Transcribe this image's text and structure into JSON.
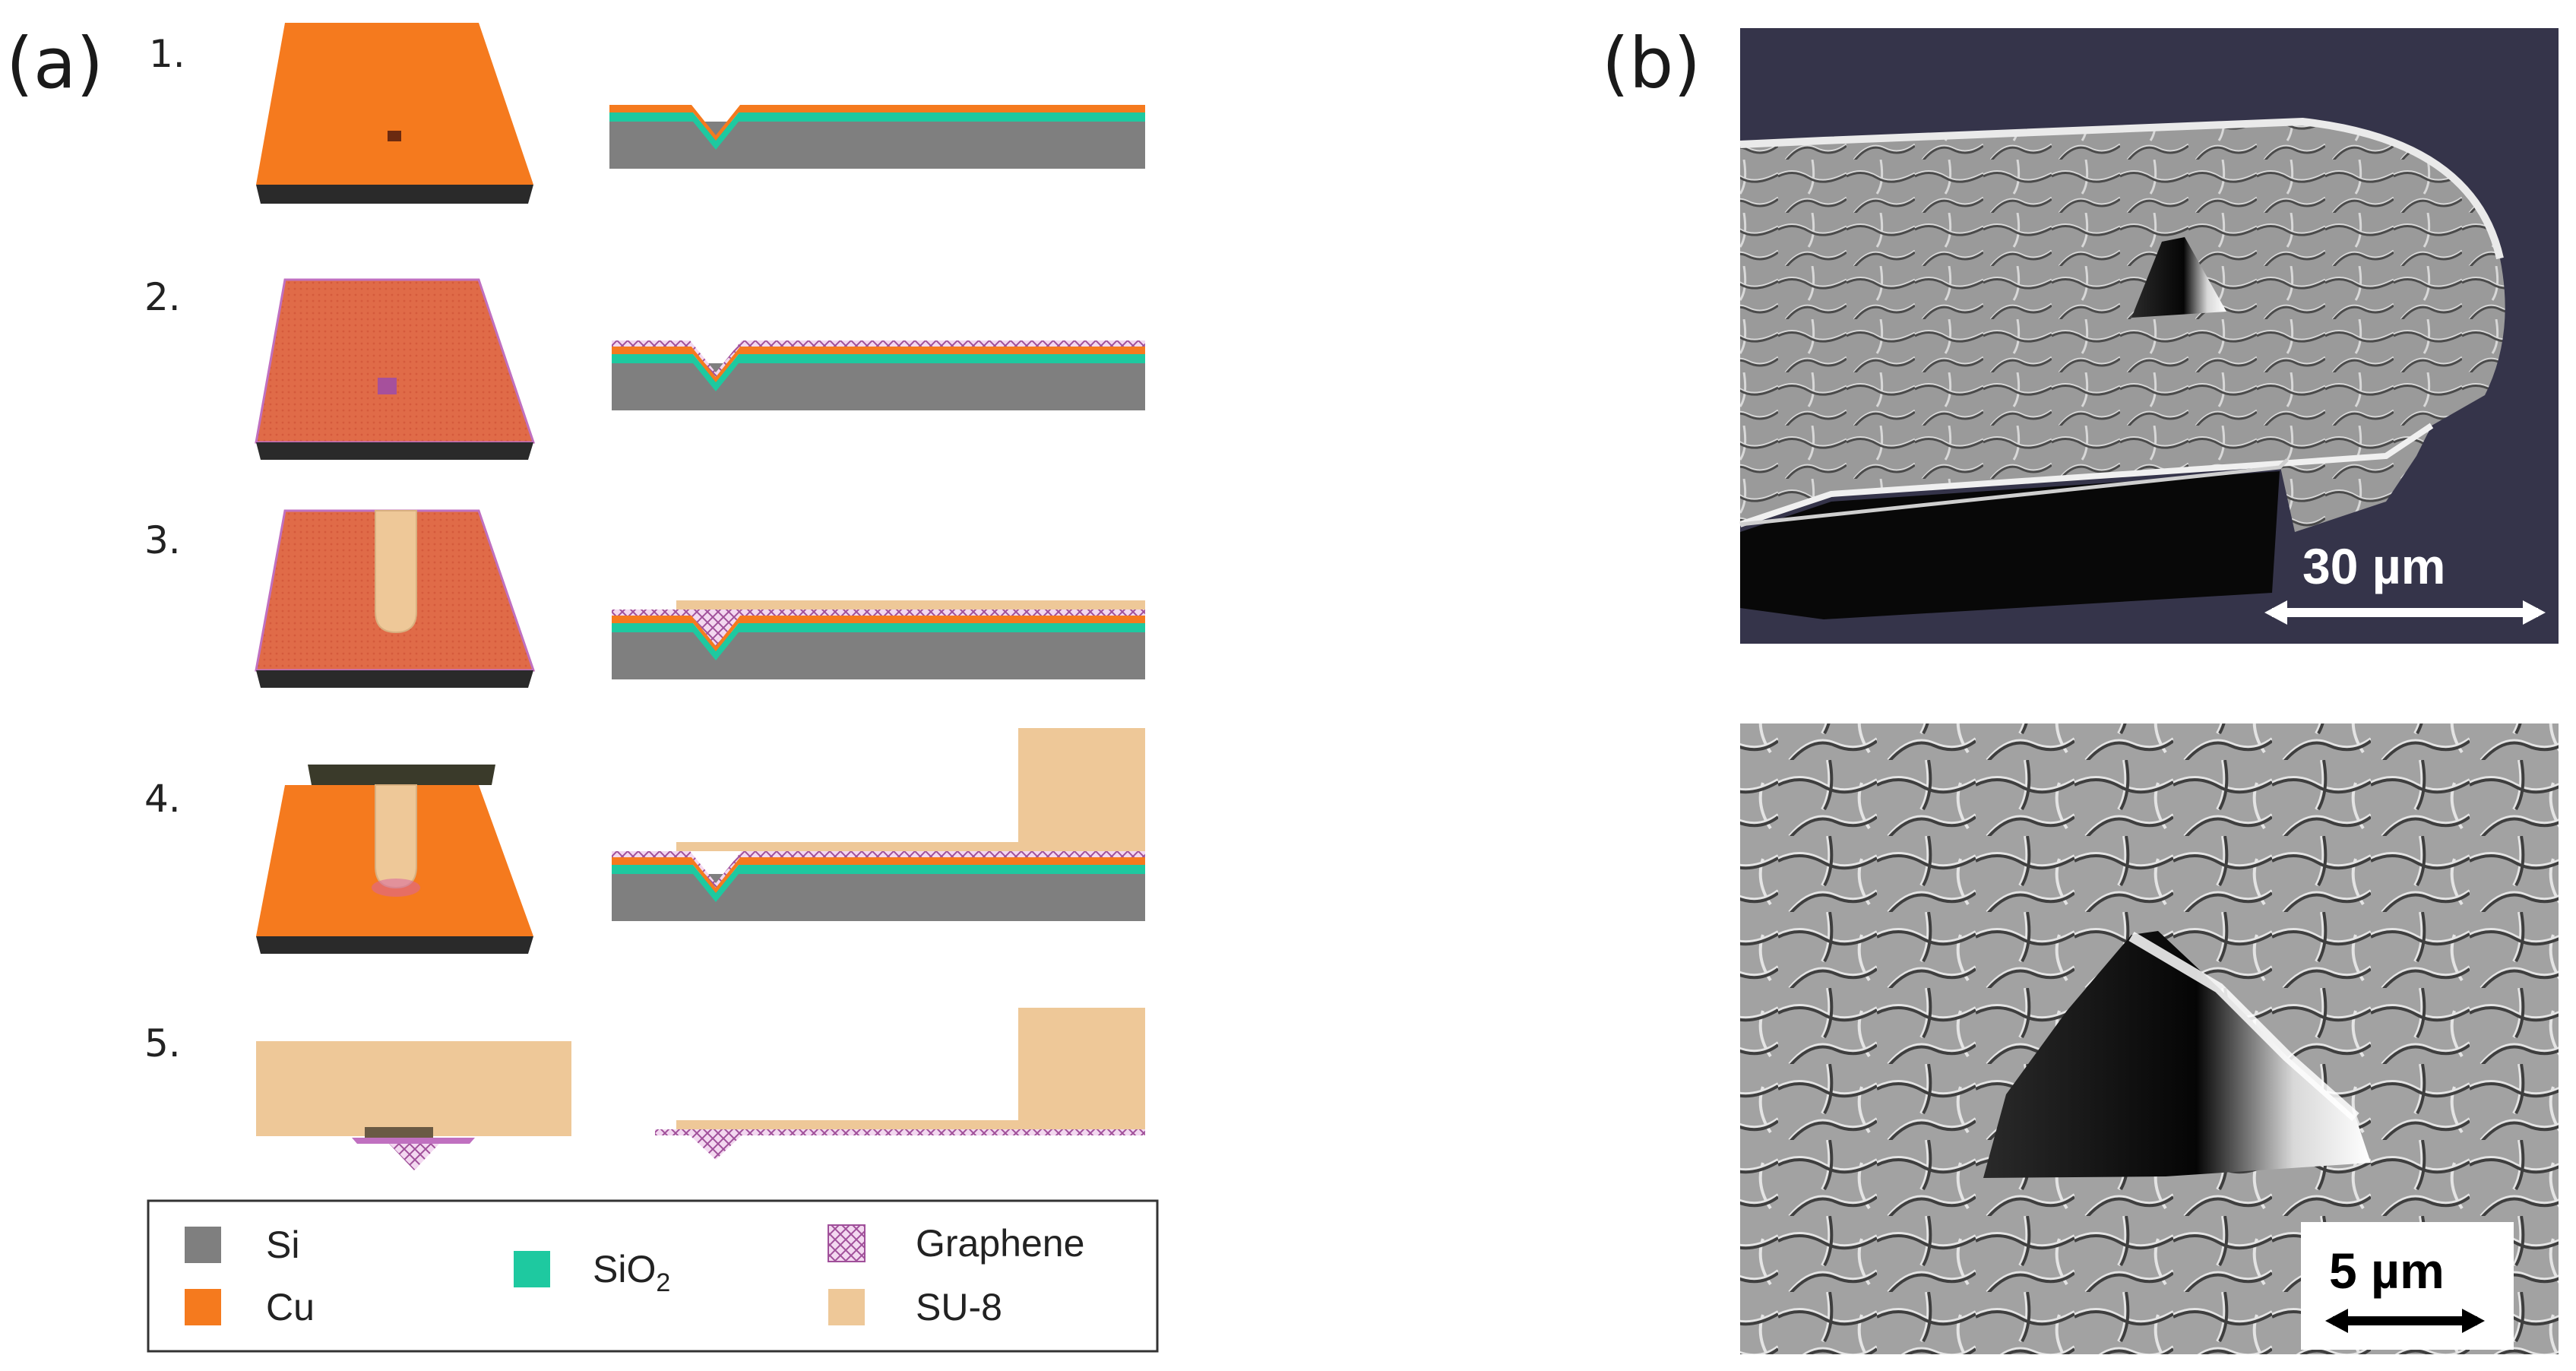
{
  "panels": {
    "a_label": "(a)",
    "b_label": "(b)"
  },
  "steps": [
    "1.",
    "2.",
    "3.",
    "4.",
    "5."
  ],
  "legend": {
    "si": "Si",
    "cu": "Cu",
    "sio2_base": "SiO",
    "sio2_sub": "2",
    "graphene": "Graphene",
    "su8": "SU-8"
  },
  "sem": {
    "top_scale": "30 µm",
    "bottom_scale": "5 µm"
  },
  "colors": {
    "si": "#7f7f7f",
    "cu": "#f57a1e",
    "cu_dark": "#e07050",
    "sio2": "#1ec9a0",
    "graphene": "#b06ab0",
    "su8": "#eec898",
    "sem_bg": "#35344a"
  }
}
